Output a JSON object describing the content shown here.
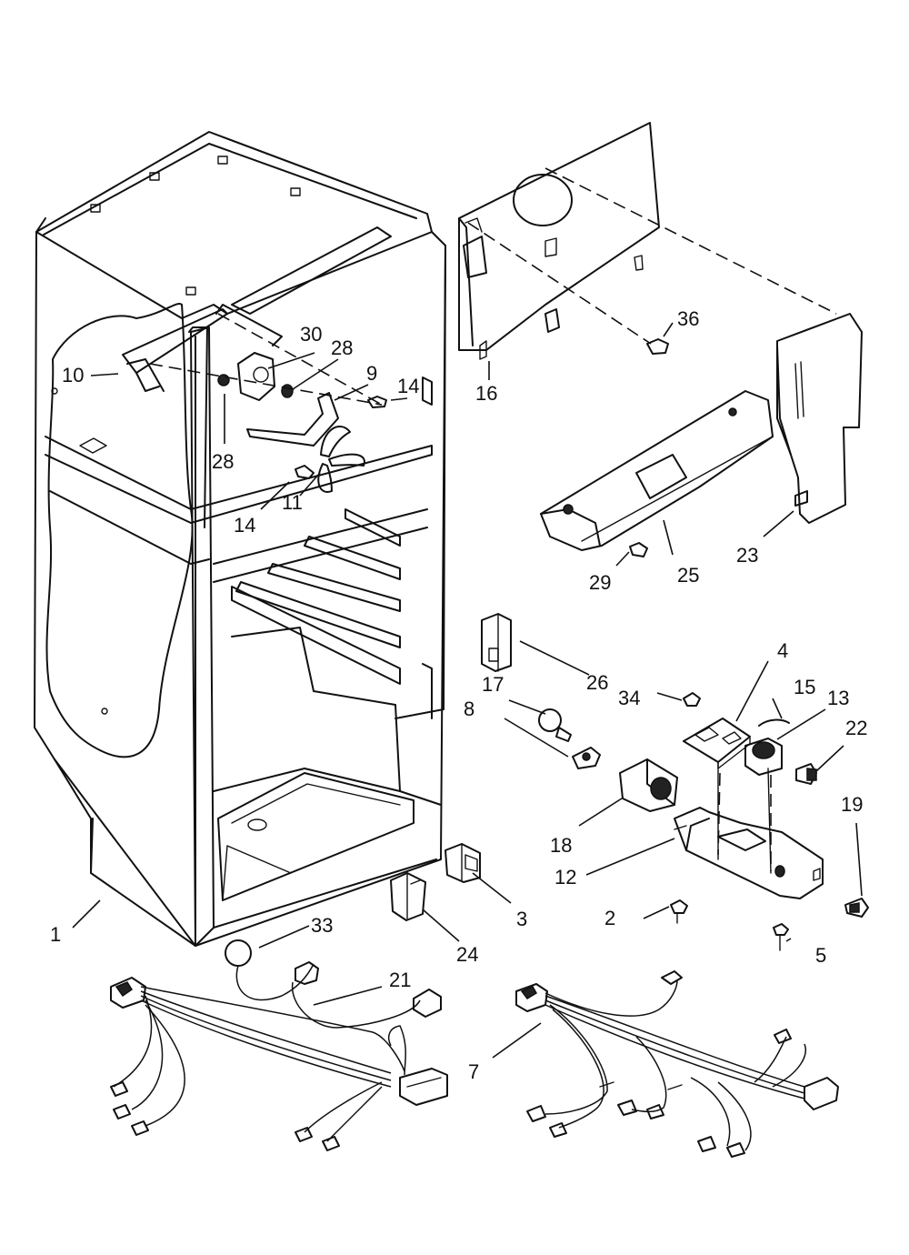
{
  "callouts": [
    {
      "id": "c1",
      "label": "1"
    },
    {
      "id": "c2",
      "label": "2"
    },
    {
      "id": "c3",
      "label": "3"
    },
    {
      "id": "c4",
      "label": "4"
    },
    {
      "id": "c5",
      "label": "5"
    },
    {
      "id": "c7",
      "label": "7"
    },
    {
      "id": "c8",
      "label": "8"
    },
    {
      "id": "c9",
      "label": "9"
    },
    {
      "id": "c10",
      "label": "10"
    },
    {
      "id": "c11",
      "label": "11"
    },
    {
      "id": "c12",
      "label": "12"
    },
    {
      "id": "c13",
      "label": "13"
    },
    {
      "id": "c14a",
      "label": "14"
    },
    {
      "id": "c14b",
      "label": "14"
    },
    {
      "id": "c15",
      "label": "15"
    },
    {
      "id": "c16",
      "label": "16"
    },
    {
      "id": "c17",
      "label": "17"
    },
    {
      "id": "c18",
      "label": "18"
    },
    {
      "id": "c19",
      "label": "19"
    },
    {
      "id": "c21",
      "label": "21"
    },
    {
      "id": "c22",
      "label": "22"
    },
    {
      "id": "c23",
      "label": "23"
    },
    {
      "id": "c24",
      "label": "24"
    },
    {
      "id": "c25",
      "label": "25"
    },
    {
      "id": "c26",
      "label": "26"
    },
    {
      "id": "c28a",
      "label": "28"
    },
    {
      "id": "c28b",
      "label": "28"
    },
    {
      "id": "c29",
      "label": "29"
    },
    {
      "id": "c30",
      "label": "30"
    },
    {
      "id": "c33",
      "label": "33"
    },
    {
      "id": "c34",
      "label": "34"
    },
    {
      "id": "c36",
      "label": "36"
    }
  ]
}
